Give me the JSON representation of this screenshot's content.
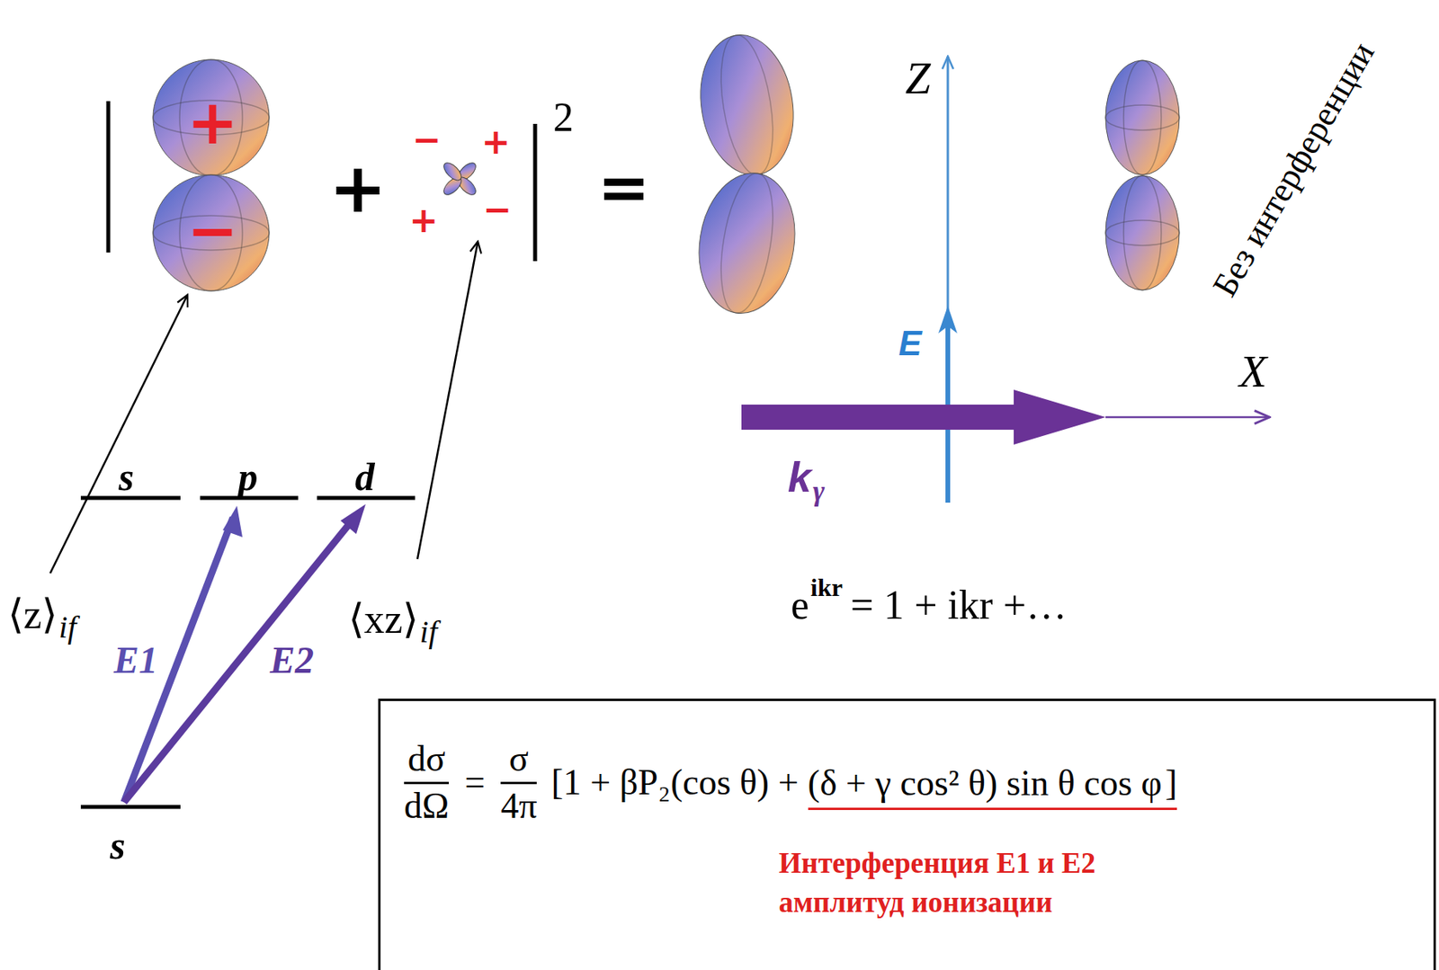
{
  "diagram": {
    "nodes": [
      {
        "text": [
          "dσ",
          "dΩ",
          "=",
          "σ",
          "4π",
          "[1 + βP₂(cos θ) +",
          "(δ + γ cos² θ) sin θ cos φ",
          "]",
          "Интерференция E1 и E2 амплитуд ионизации"
        ]
      }
    ],
    "labels": [
      "+",
      "−",
      "+",
      "−",
      "+",
      "+",
      "−",
      "2",
      "=",
      "Z",
      "E",
      "X",
      "k",
      "γ",
      "Без интерференции",
      "s",
      "p",
      "d",
      "s",
      "⟨z⟩",
      "if",
      "E1",
      "E2",
      "⟨xz⟩",
      "if",
      "e",
      "ikr",
      "= 1 + ikr +…"
    ]
  }
}
